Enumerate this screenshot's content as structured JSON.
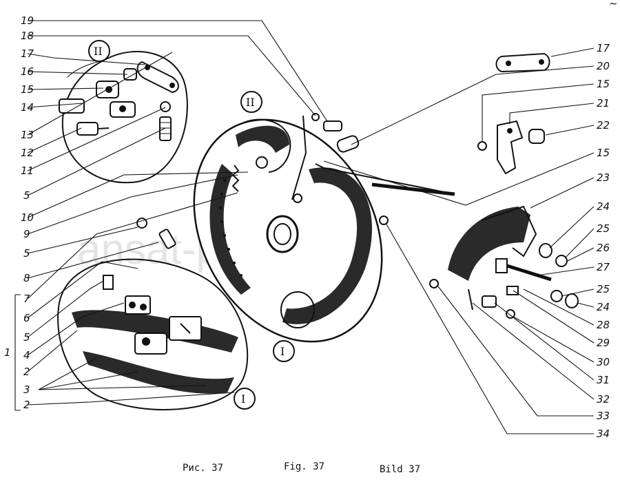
{
  "figure": {
    "captions": [
      "Рис. 37",
      "Fig. 37",
      "Bild 37"
    ],
    "watermark": "ansat-parts.ru",
    "corner_mark": "~"
  },
  "callouts_left": [
    "19",
    "18",
    "17",
    "16",
    "15",
    "14",
    "13",
    "12",
    "11",
    "5",
    "10",
    "9",
    "5",
    "8",
    "7",
    "6",
    "5",
    "4",
    "2",
    "3",
    "2",
    "1"
  ],
  "callouts_right": [
    "17",
    "20",
    "15",
    "21",
    "22",
    "15",
    "23",
    "24",
    "25",
    "26",
    "27",
    "25",
    "24",
    "28",
    "29",
    "30",
    "31",
    "32",
    "33",
    "34"
  ],
  "detail_markers": [
    "II",
    "II",
    "I",
    "I"
  ]
}
